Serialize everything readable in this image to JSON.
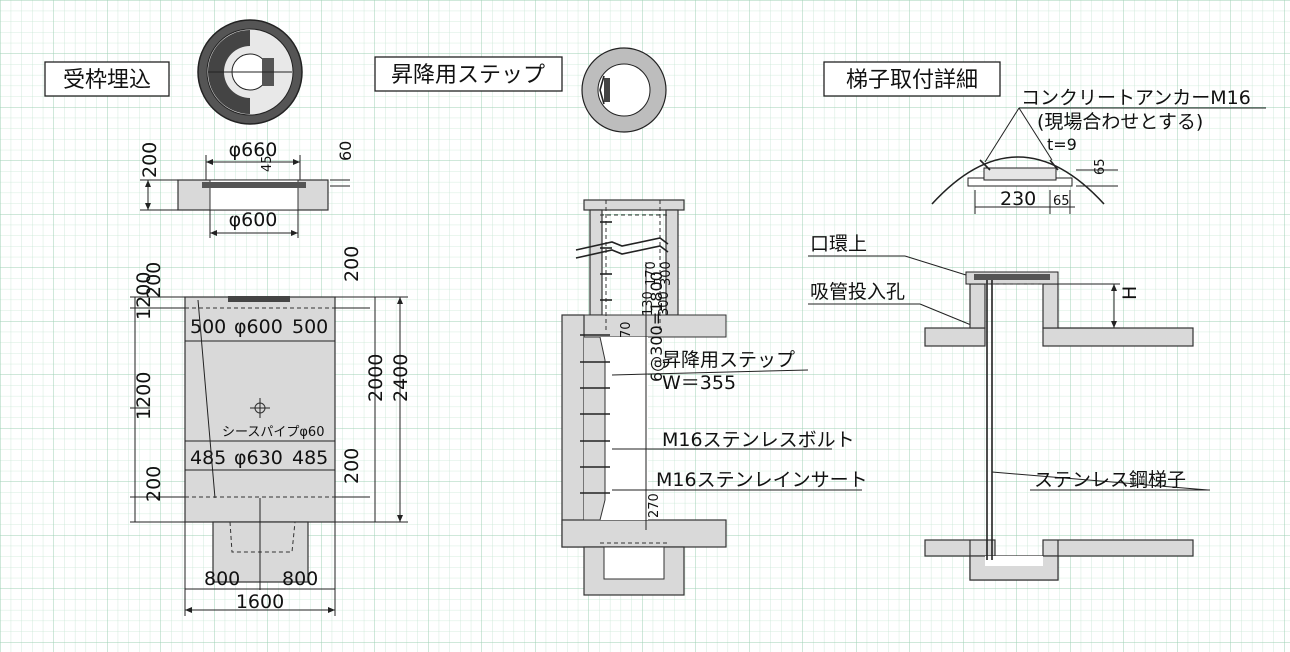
{
  "titles": {
    "embed": "受枠埋込",
    "step": "昇降用ステップ",
    "ladder": "梯子取付詳細"
  },
  "embed": {
    "phi660": "φ660",
    "phi600": "φ600",
    "d45": "45",
    "d60": "60",
    "d200": "200",
    "top200": "200",
    "top500l": "500",
    "top_phi600": "φ600",
    "top500r": "500",
    "left1200a": "1200",
    "left1200b": "1200",
    "bot200": "200",
    "right200a": "200",
    "right2000": "2000",
    "right2400": "2400",
    "right200b": "200",
    "sheath": "シースパイプφ60",
    "mid485l": "485",
    "mid_phi630": "φ630",
    "mid485r": "485",
    "b800l": "800",
    "b800r": "800",
    "b1600": "1600"
  },
  "step": {
    "d170": "170",
    "d300": "300",
    "d130": "130",
    "d70": "70",
    "d300b": "300",
    "pitch": "6@300=1800",
    "d270": "270",
    "step_label": "昇降用ステップ",
    "width": "W＝355",
    "bolt": "M16ステンレスボルト",
    "insert": "M16ステンレインサート"
  },
  "ladder": {
    "anchor": "コンクリートアンカーM16",
    "anchor_note": "(現場合わせとする)",
    "t": "t=9",
    "d65v": "65",
    "d230": "230",
    "d65h": "65",
    "kuchiwa": "口環上",
    "hole": "吸管投入孔",
    "h": "H",
    "ladder_label": "ステンレス鋼梯子"
  },
  "colors": {
    "grid": "#b9dcc9",
    "grid_major": "#8fc7a9",
    "concrete": "#d9d9d9",
    "line": "#222222"
  }
}
